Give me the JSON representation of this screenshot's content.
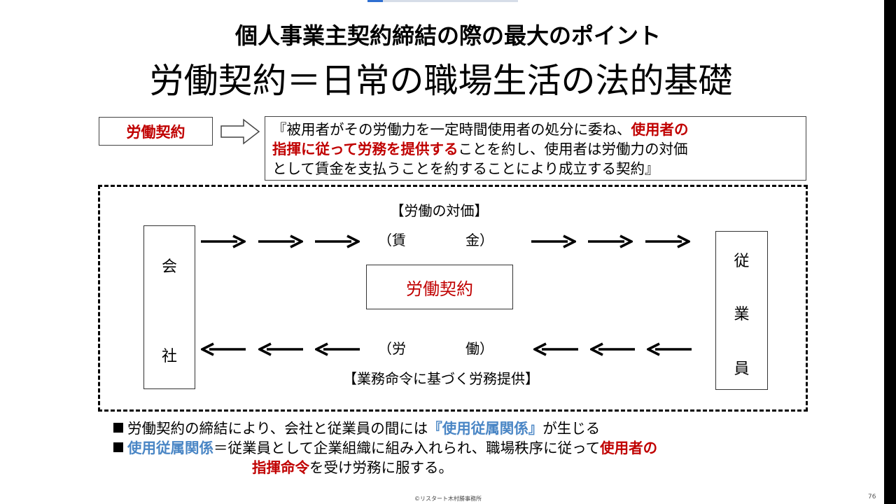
{
  "header": {
    "title": "個人事業主契約締結の際の最大のポイント",
    "subtitle": "労働契約＝日常の職場生活の法的基礎"
  },
  "definition": {
    "label": "労働契約",
    "part1": "『被用者がその労働力を一定時間使用者の処分に委ね、",
    "part2_emphasis": "使用者の",
    "part3_emphasis": "指揮に従って労務を提供する",
    "part4": "ことを約し、使用者は労働力の対価",
    "part5": "として賃金を支払うことを約することにより成立する契約』"
  },
  "diagram": {
    "company_char1": "会",
    "company_char2": "社",
    "employee_char1": "従",
    "employee_char2": "業",
    "employee_char3": "員",
    "top_caption": "【労働の対価】",
    "wage_left": "（賃",
    "wage_right": "金）",
    "center_label": "労働契約",
    "labor_left": "（労",
    "labor_right": "働）",
    "bottom_caption": "【業務命令に基づく労務提供】"
  },
  "notes": {
    "line1_a": "労働契約の締結により、会社と従業員の間には",
    "line1_b": "『使用従属関係』",
    "line1_c": "が生じる",
    "line2_a": "使用従属関係",
    "line2_b": "＝従業員として企業組織に組み入れられ、職場秩序に従って",
    "line2_c": "使用者の",
    "line3_a": "指揮命令",
    "line3_b": "を受け労務に服する。"
  },
  "footer": {
    "copyright": "©リスタート木村勝事務所",
    "page_number": "76"
  },
  "colors": {
    "emphasis_red": "#c00000",
    "emphasis_blue": "#4a86c5"
  }
}
